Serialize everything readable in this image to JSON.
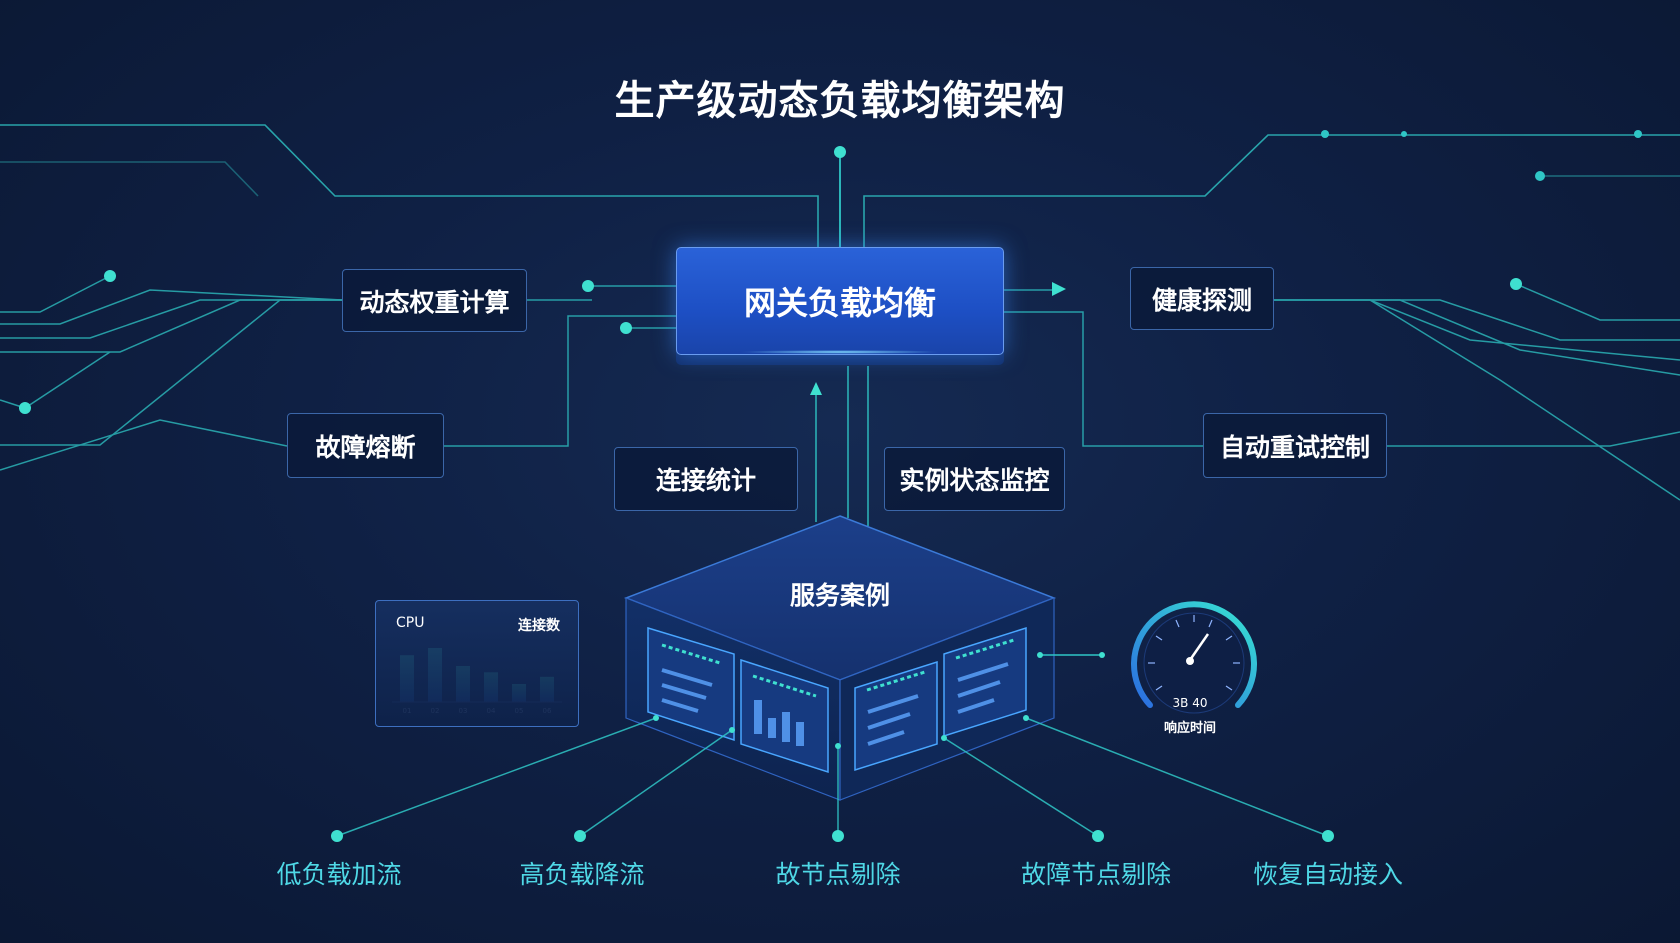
{
  "title": "生产级动态负载均衡架构",
  "hub": {
    "label": "网关负载均衡"
  },
  "features": {
    "weight": "动态权重计算",
    "circuit": "故障熔断",
    "connections": "连接统计",
    "instance_monitor": "实例状态监控",
    "health": "健康探测",
    "retry": "自动重试控制"
  },
  "cluster": {
    "label": "服务案例"
  },
  "cpu_panel": {
    "cpu_label": "CPU",
    "conn_label": "连接数",
    "ticks": [
      "01",
      "02",
      "03",
      "04",
      "05",
      "06"
    ],
    "levels": [
      0.52,
      0.6,
      0.4,
      0.33,
      0.2,
      0.28
    ]
  },
  "gauge": {
    "value_text": "3B 40",
    "label": "响应时间"
  },
  "actions": [
    "低负载加流",
    "高负载降流",
    "故节点剔除",
    "故障节点剔除",
    "恢复自动接入"
  ],
  "colors": {
    "line": "#2fc6c6",
    "node": "#3fe0d0",
    "hub": "#1f55cc",
    "bar": "#2fd8c8"
  }
}
